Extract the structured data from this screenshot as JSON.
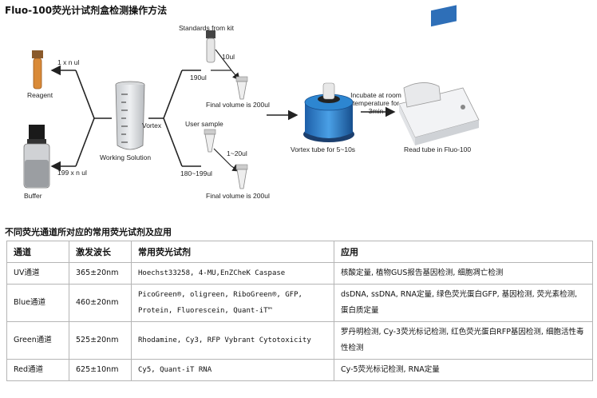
{
  "title": "Fluo-100荧光计试剂盒检测操作方法",
  "diagram": {
    "reagent_label": "Reagent",
    "buffer_label": "Buffer",
    "reagent_volume": "1 x n ul",
    "buffer_volume": "199 x n ul",
    "working_solution": "Working Solution",
    "vortex_label": "Vortex",
    "standards_label": "Standards from kit",
    "standard_volume": "10ul",
    "standard_ws_volume": "190ul",
    "final_volume_1": "Final volume is 200ul",
    "user_sample_label": "User sample",
    "sample_volume": "1~20ul",
    "sample_ws_volume": "180~199ul",
    "final_volume_2": "Final volume is 200ul",
    "vortex_tube_label": "Vortex tube for 5~10s",
    "incubate_label": "Incubate at room temperature for 3min",
    "read_label": "Read tube in Fluo-100"
  },
  "table_title": "不同荧光通道所对应的常用荧光试剂及应用",
  "table": {
    "headers": [
      "通道",
      "激发波长",
      "常用荧光试剂",
      "应用"
    ],
    "rows": [
      [
        "UV通道",
        "365±20nm",
        "Hoechst33258, 4-MU,EnZCheK Caspase",
        "核酸定量, 植物GUS报告基因检测, 细胞凋亡检测"
      ],
      [
        "Blue通道",
        "460±20nm",
        "PicoGreen®, oligreen, RiboGreen®, GFP, Protein, Fluorescein, Quant-iT™",
        "dsDNA, ssDNA, RNA定量, 绿色荧光蛋白GFP, 基因检测, 荧光素检测, 蛋白质定量"
      ],
      [
        "Green通道",
        "525±20nm",
        "Rhodamine, Cy3, RFP Vybrant Cytotoxicity",
        "罗丹明检测, Cy-3荧光标记检测, 红色荧光蛋白RFP基因检测, 细胞活性毒性检测"
      ],
      [
        "Red通道",
        "625±10nm",
        "Cy5, Quant-iT RNA",
        "Cy-5荧光标记检测, RNA定量"
      ]
    ]
  }
}
